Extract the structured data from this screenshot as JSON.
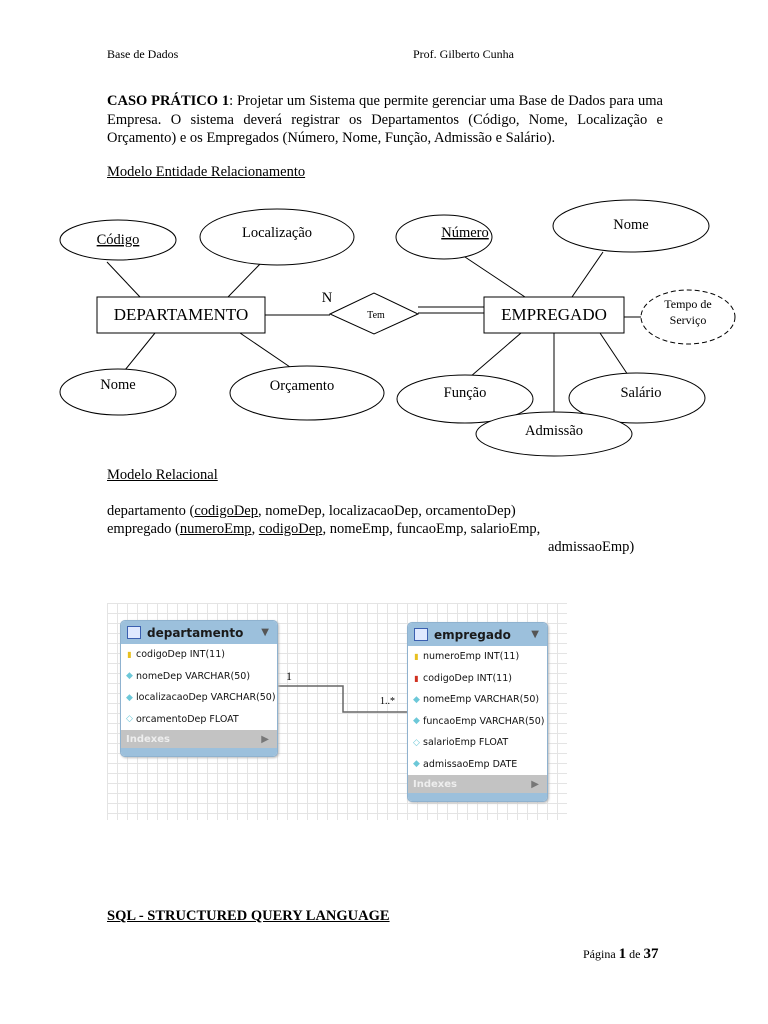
{
  "header": {
    "left": "Base de Dados",
    "right": "Prof. Gilberto Cunha"
  },
  "intro": {
    "title": "CASO PRÁTICO 1",
    "text": ": Projetar um Sistema que permite gerenciar uma Base de Dados para uma Empresa. O sistema deverá registrar os Departamentos (Código, Nome, Localização e Orçamento) e os Empregados (Número, Nome, Função, Admissão e Salário)."
  },
  "er": {
    "heading": "Modelo Entidade Relacionamento",
    "entities": {
      "dept": "DEPARTAMENTO",
      "emp": "EMPREGADO"
    },
    "relationship": "Tem",
    "cardinality": "N",
    "attributes": {
      "codigo": "Código",
      "localizacao": "Localização",
      "nome_dep": "Nome",
      "orcamento": "Orçamento",
      "numero": "Número",
      "nome_emp": "Nome",
      "funcao": "Função",
      "salario": "Salário",
      "admissao": "Admissão",
      "tempo1": "Tempo de",
      "tempo2": "Serviço"
    }
  },
  "relational": {
    "heading": "Modelo Relacional",
    "line1": {
      "a": "departamento (",
      "k1": "codigoDep",
      "b": ", nomeDep, localizacaoDep, orcamentoDep)"
    },
    "line2": {
      "a": "empregado (",
      "k1": "numeroEmp",
      "s": ", ",
      "k2": "codigoDep",
      "b": ", nomeEmp, funcaoEmp, salarioEmp,"
    },
    "line3": "admissaoEmp)"
  },
  "eer": {
    "departamento": {
      "name": "departamento",
      "columns": [
        {
          "icon": "key",
          "text": "codigoDep INT(11)"
        },
        {
          "icon": "diamond-filled",
          "text": "nomeDep VARCHAR(50)"
        },
        {
          "icon": "diamond-filled",
          "text": "localizacaoDep VARCHAR(50)"
        },
        {
          "icon": "diamond-empty",
          "text": "orcamentoDep FLOAT"
        }
      ],
      "indexes": "Indexes"
    },
    "empregado": {
      "name": "empregado",
      "columns": [
        {
          "icon": "key",
          "text": "numeroEmp INT(11)"
        },
        {
          "icon": "foreign-key",
          "text": "codigoDep INT(11)"
        },
        {
          "icon": "diamond-filled",
          "text": "nomeEmp VARCHAR(50)"
        },
        {
          "icon": "diamond-filled",
          "text": "funcaoEmp VARCHAR(50)"
        },
        {
          "icon": "diamond-empty",
          "text": "salarioEmp FLOAT"
        },
        {
          "icon": "diamond-filled",
          "text": "admissaoEmp DATE"
        }
      ],
      "indexes": "Indexes"
    },
    "card_one": "1",
    "card_many": "1..*"
  },
  "sql_heading": "SQL - STRUCTURED QUERY LANGUAGE",
  "footer": {
    "prefix": "Página ",
    "page": "1",
    "mid": " de ",
    "total": "37"
  }
}
